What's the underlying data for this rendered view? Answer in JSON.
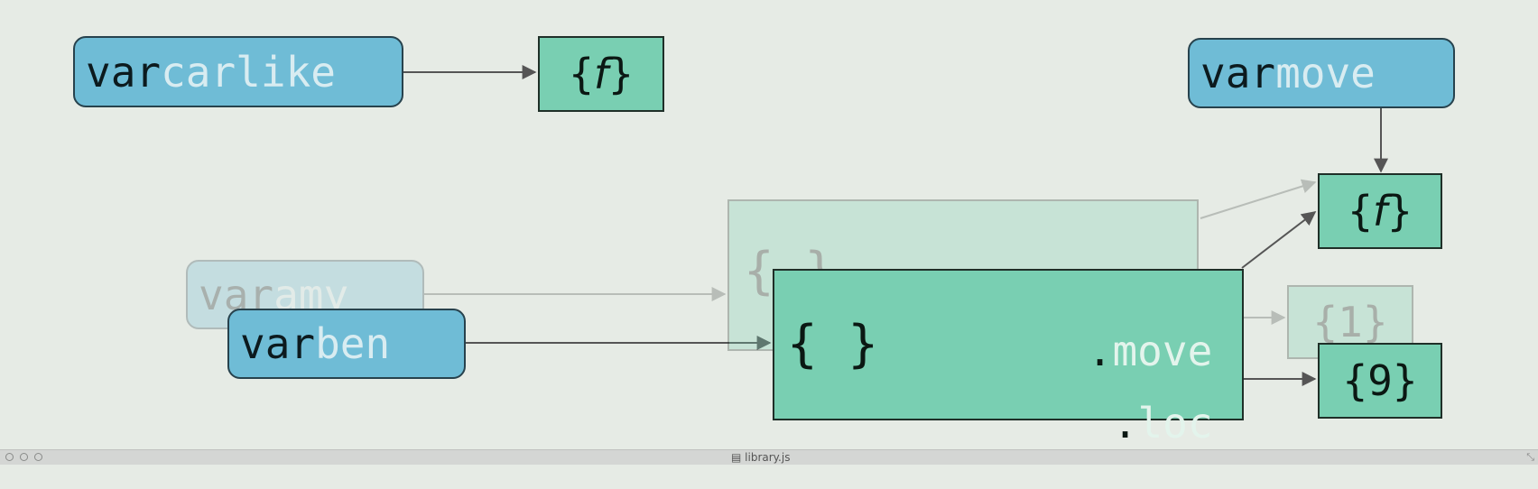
{
  "var_keyword": "var",
  "variables": {
    "carlike": "carlike",
    "move": "move",
    "amy": "amy",
    "ben": "ben"
  },
  "objects": {
    "f_symbol": "f",
    "empty_object": "{ }",
    "ghost_value": "{1}",
    "value_nine": "{9}"
  },
  "properties": {
    "move": "move",
    "loc": "loc",
    "dot": "."
  },
  "window": {
    "filename": "library.js"
  },
  "colors": {
    "variable_fill": "#6fbcd6",
    "object_fill": "#79cfb2",
    "background": "#e6ebe5",
    "arrow": "#555555"
  }
}
